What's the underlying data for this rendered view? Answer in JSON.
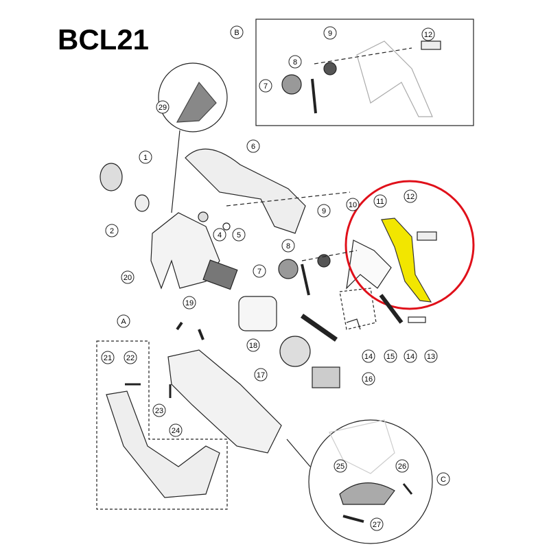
{
  "title": "BCL21",
  "colors": {
    "highlight_ring": "#e0101a",
    "highlight_part": "#f2e600",
    "line": "#222222"
  },
  "callouts": [
    "B",
    "9",
    "12",
    "8",
    "7",
    "29",
    "1",
    "6",
    "2",
    "4",
    "5",
    "9",
    "10",
    "11",
    "12",
    "8",
    "7",
    "20",
    "19",
    "18",
    "14",
    "15",
    "14",
    "13",
    "A",
    "21",
    "22",
    "17",
    "16",
    "23",
    "24",
    "25",
    "26",
    "C",
    "27"
  ]
}
